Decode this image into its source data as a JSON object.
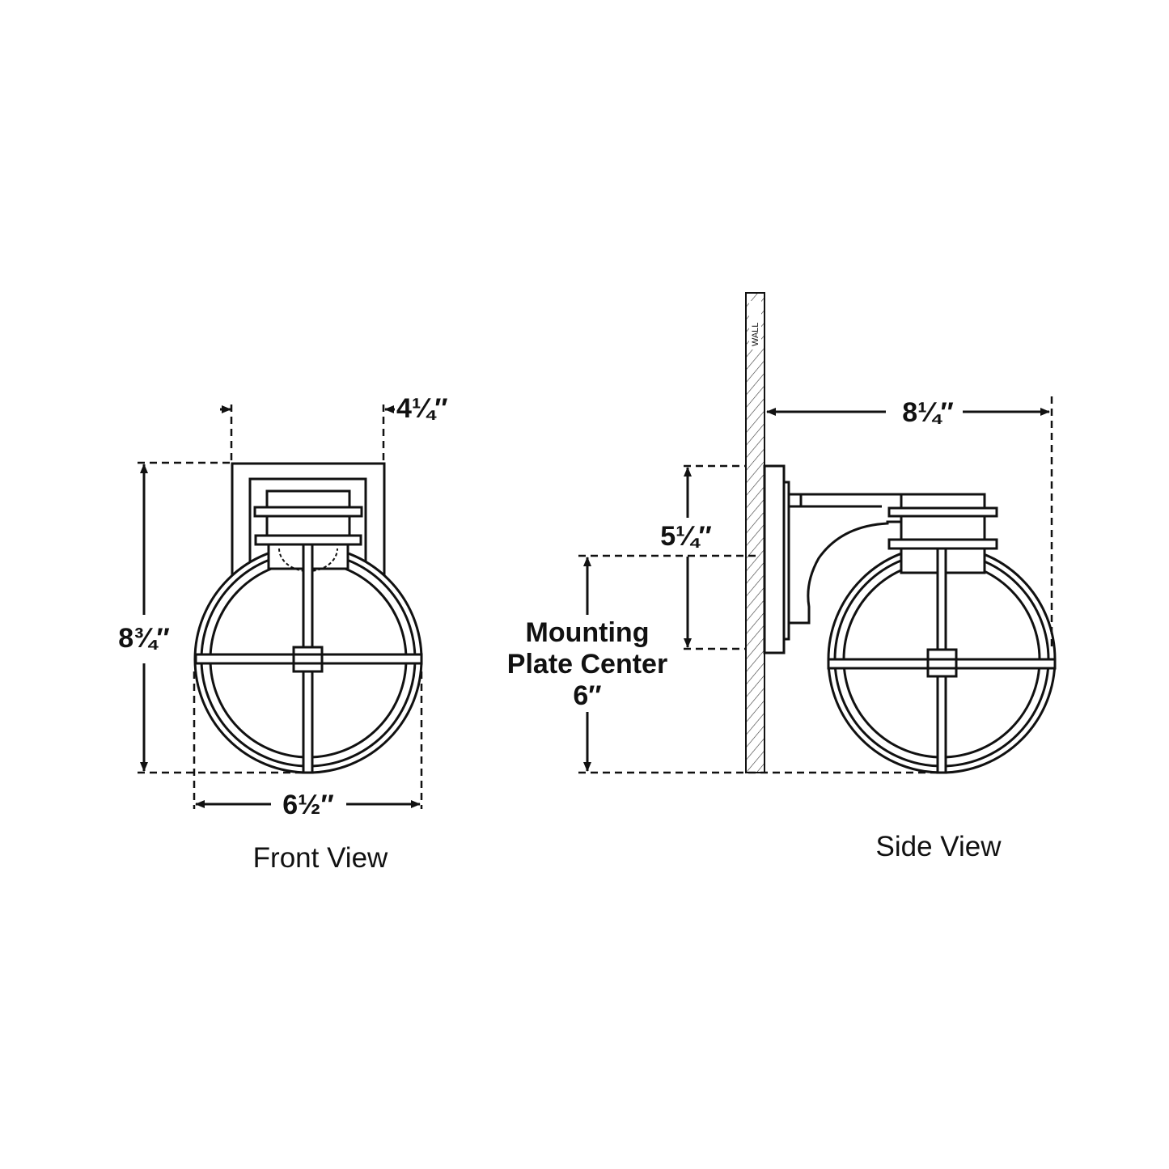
{
  "front_view": {
    "title": "Front View",
    "width_label": "6½″",
    "height_label": "8¾″",
    "backplate_width_label": "4¼″"
  },
  "side_view": {
    "title": "Side View",
    "extension_label": "8¼″",
    "backplate_height_label": "5¼″",
    "mounting_label_line1": "Mounting",
    "mounting_label_line2": "Plate Center",
    "mounting_label_value": "6″",
    "wall_label": "WALL"
  }
}
